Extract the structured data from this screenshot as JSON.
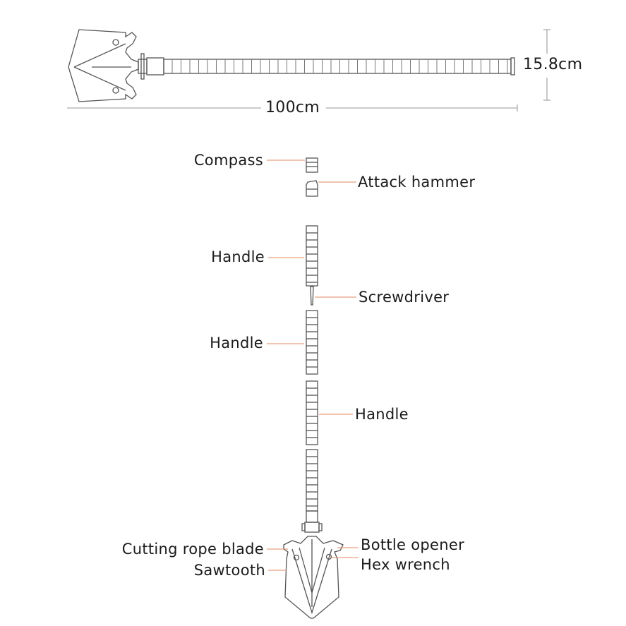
{
  "dimensions": {
    "length": "100cm",
    "width": "15.8cm"
  },
  "parts": {
    "compass": "Compass",
    "attack_hammer": "Attack hammer",
    "handle_1": "Handle",
    "screwdriver": "Screwdriver",
    "handle_2": "Handle",
    "handle_3": "Handle",
    "cutting_rope_blade": "Cutting rope blade",
    "sawtooth": "Sawtooth",
    "bottle_opener": "Bottle opener",
    "hex_wrench": "Hex wrench"
  },
  "colors": {
    "leader": "#e08a60",
    "line": "#555555",
    "dim": "#999999"
  }
}
